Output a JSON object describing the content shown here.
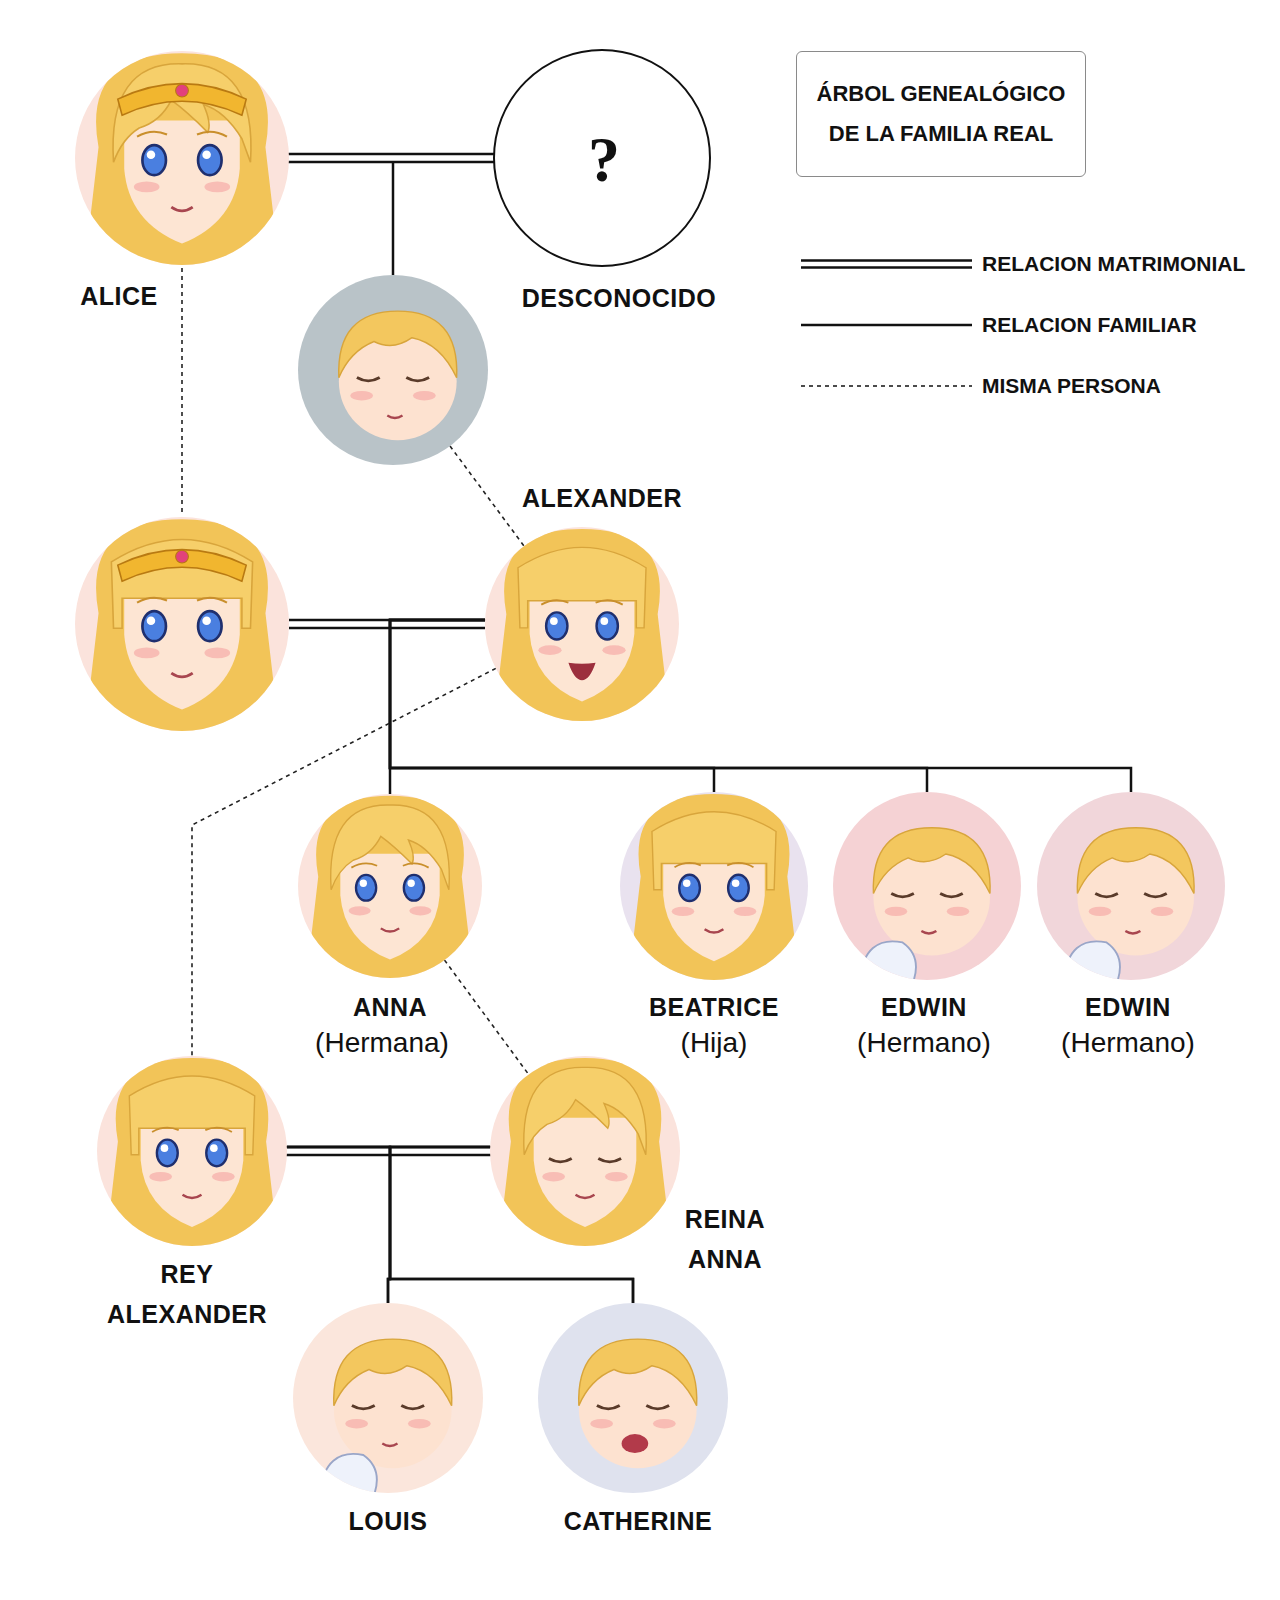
{
  "diagram": {
    "title": "ÁRBOL GENEALÓGICO DE LA FAMILIA REAL",
    "nodes": [
      {
        "text": [
          "ALICE"
        ]
      },
      {
        "text": [
          "?",
          "DESCONOCIDO"
        ]
      },
      {
        "text": [
          "ALEXANDER"
        ]
      },
      {
        "text": [
          "ANNA",
          "(Hermana)"
        ]
      },
      {
        "text": [
          "BEATRICE",
          "(Hija)"
        ]
      },
      {
        "text": [
          "EDWIN",
          "(Hermano)"
        ]
      },
      {
        "text": [
          "EDWIN",
          "(Hermano)"
        ]
      },
      {
        "text": [
          "REY ALEXANDER"
        ]
      },
      {
        "text": [
          "REINA ANNA"
        ]
      },
      {
        "text": [
          "LOUIS"
        ]
      },
      {
        "text": [
          "CATHERINE"
        ]
      }
    ],
    "edges": [
      {
        "from": 0,
        "to": 1,
        "arrow": "none"
      },
      {
        "from": 2,
        "to": 3,
        "arrow": "none"
      },
      {
        "from": 2,
        "to": 4,
        "arrow": "none"
      },
      {
        "from": 2,
        "to": 5,
        "arrow": "none"
      },
      {
        "from": 2,
        "to": 6,
        "arrow": "none"
      },
      {
        "from": 2,
        "to": 7,
        "arrow": "none"
      },
      {
        "from": 3,
        "to": 8,
        "arrow": "none"
      },
      {
        "from": 7,
        "to": 8,
        "arrow": "none"
      },
      {
        "from": 7,
        "to": 9,
        "arrow": "none"
      },
      {
        "from": 7,
        "to": 10,
        "arrow": "none"
      },
      {
        "from": 8,
        "to": 9,
        "arrow": "none"
      },
      {
        "from": 8,
        "to": 10,
        "arrow": "none"
      }
    ],
    "legend": [
      {
        "text": "RELACION MATRIMONIAL"
      },
      {
        "text": "RELACION FAMILIAR"
      },
      {
        "text": "MISMA PERSONA"
      }
    ]
  }
}
